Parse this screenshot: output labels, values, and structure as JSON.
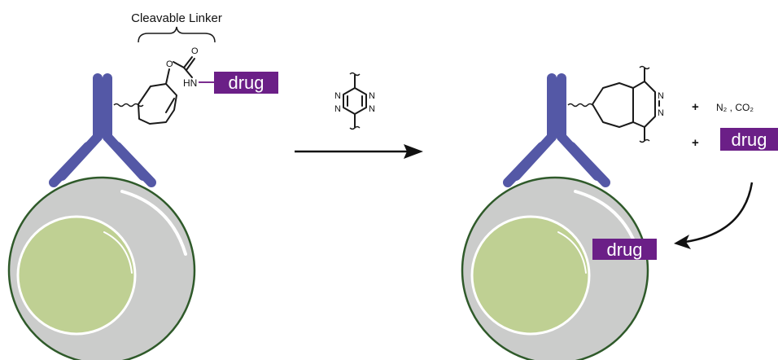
{
  "labels": {
    "linker": "Cleavable Linker",
    "amine": "HN",
    "drug": "drug",
    "byproducts": "N₂ , CO₂",
    "plus": "+"
  },
  "atoms": {
    "oxygen": "O",
    "nitrogen": "N"
  },
  "colors": {
    "antibody": "#5458a6",
    "drug_box": "#6b1f87",
    "linker_nh": "#7a2d8f",
    "cell_membrane": "#2f5a2a",
    "cytoplasm": "#cbcccb",
    "nucleus": "#bfd093"
  }
}
